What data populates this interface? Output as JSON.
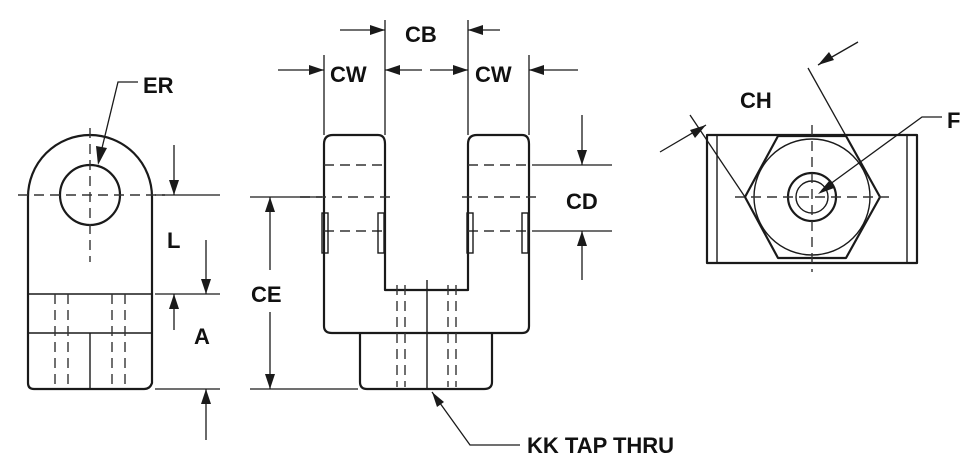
{
  "labels": {
    "er": "ER",
    "l": "L",
    "a": "A",
    "cb": "CB",
    "cw_left": "CW",
    "cw_right": "CW",
    "cd": "CD",
    "ce": "CE",
    "ch": "CH",
    "f": "F",
    "kk": "KK TAP THRU"
  }
}
